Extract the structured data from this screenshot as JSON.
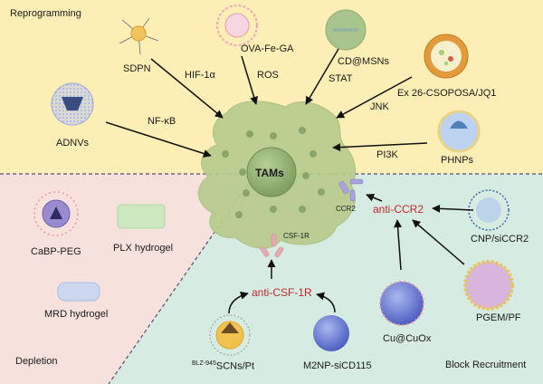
{
  "regions": {
    "reprogramming": "Reprogramming",
    "depletion": "Depletion",
    "block_recruitment": "Block Recruitment"
  },
  "center": {
    "label": "TAMs"
  },
  "receptors": {
    "ccr2": "CCR2",
    "csf1r": "CSF-1R"
  },
  "antibodies": {
    "anti_ccr2": "anti-CCR2",
    "anti_csf1r": "anti-CSF-1R"
  },
  "reprogramming_agents": [
    {
      "name": "SDPN",
      "pathway": "HIF-1α"
    },
    {
      "name": "OVA-Fe-GA",
      "pathway": "ROS"
    },
    {
      "name": "CD@MSNs",
      "pathway": "STAT"
    },
    {
      "name": "Ex 26-CSOPOSA/JQ1",
      "pathway": "JNK"
    },
    {
      "name": "ADNVs",
      "pathway": "NF-κB"
    },
    {
      "name": "PHNPs",
      "pathway": "PI3K"
    }
  ],
  "depletion_agents": [
    {
      "name": "CaBP-PEG"
    },
    {
      "name": "PLX hydrogel"
    },
    {
      "name": "MRD hydrogel"
    }
  ],
  "block_agents": [
    {
      "name": "CNP/siCCR2"
    },
    {
      "name": "PGEM/PF"
    },
    {
      "name": "Cu@CuOx"
    },
    {
      "name": "M2NP-siCD115"
    },
    {
      "name_prefix": "BLZ-945",
      "name": "SCNs/Pt"
    }
  ],
  "colors": {
    "reprogramming_bg": "#fdeeb6",
    "depletion_bg": "#f6e1dc",
    "block_bg": "#d6ebe1",
    "cell": "#b8cc8e",
    "antibody_red": "#c0272d",
    "divider": "#5a4a7a"
  }
}
